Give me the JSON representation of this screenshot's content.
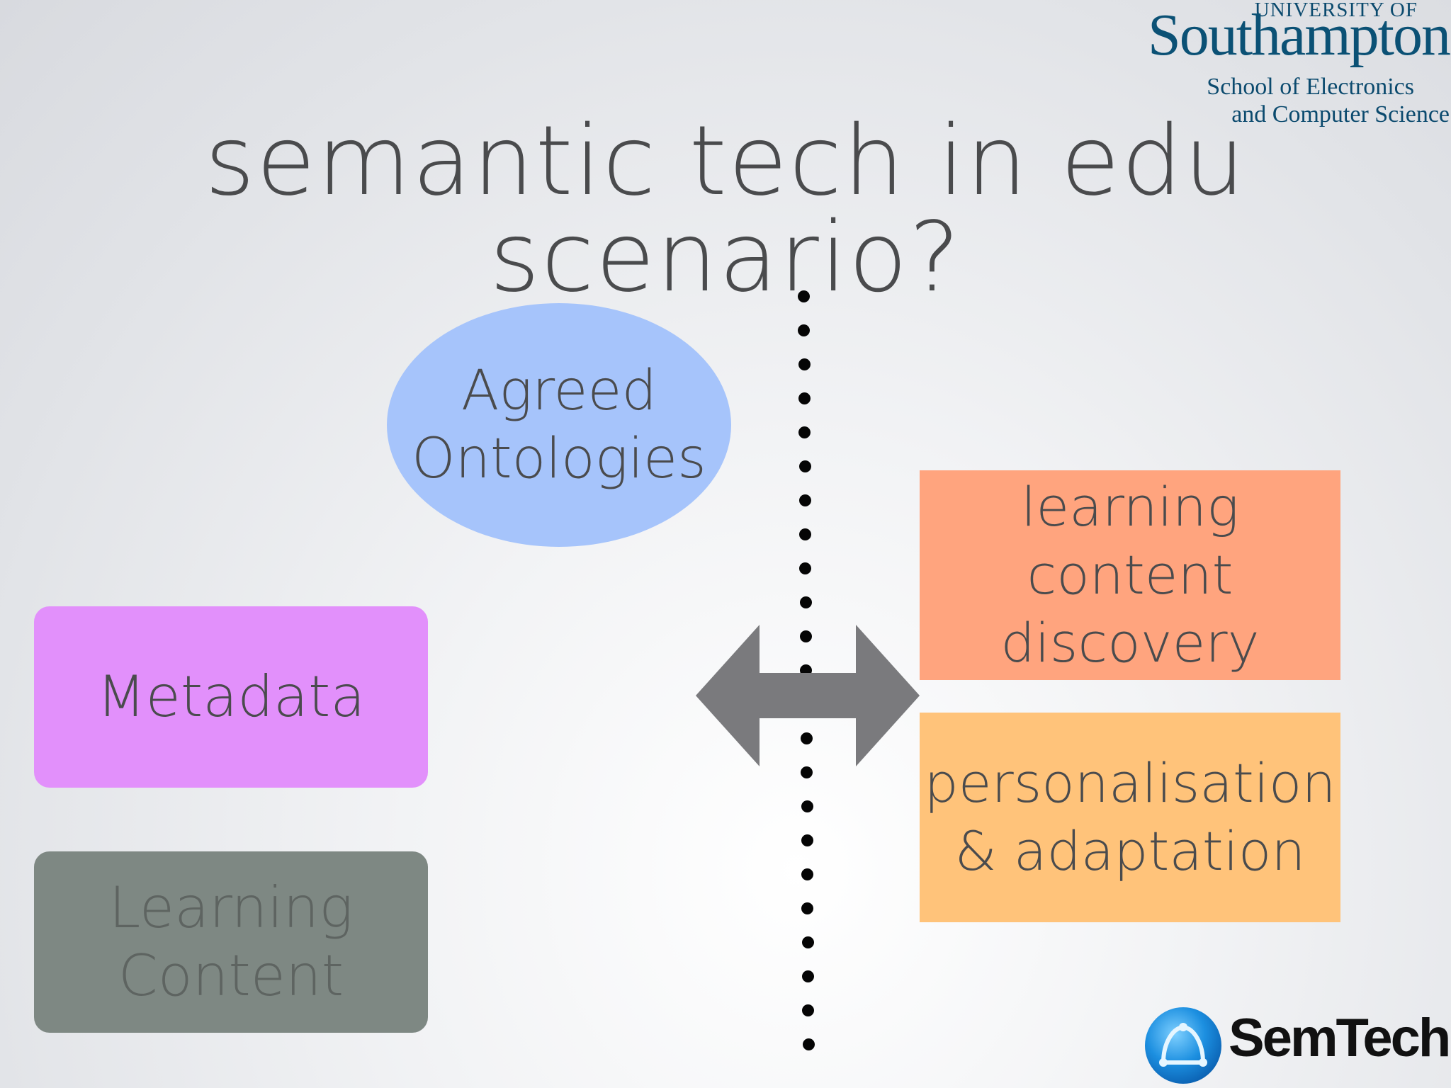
{
  "slide": {
    "title": "semantic tech in edu scenario?"
  },
  "logo": {
    "university_of": "UNIVERSITY OF",
    "name": "Southampton",
    "school_line1": "School of Electronics",
    "school_line2": "and Computer Science"
  },
  "diagram": {
    "ontologies": "Agreed\nOntologies",
    "metadata": "Metadata",
    "learning_content": "Learning\nContent",
    "discovery": "learning content\ndiscovery",
    "personalisation": "personalisation\n& adaptation"
  },
  "colors": {
    "ontologies": "#a6c4fb",
    "metadata": "#e290fb",
    "learning_content": "#7e8883",
    "discovery": "#ffa47e",
    "personalisation": "#ffc37a",
    "arrow": "#7a7a7d",
    "logo_blue": "#0b4a6e"
  },
  "semtech_logo": {
    "text": "SemTech"
  }
}
